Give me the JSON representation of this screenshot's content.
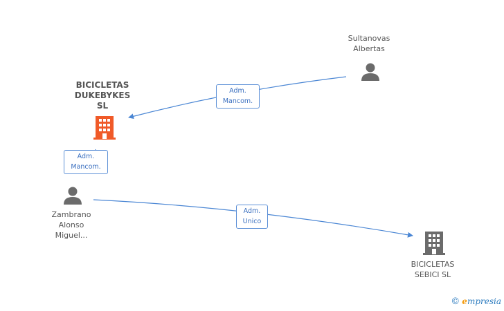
{
  "nodes": {
    "company_main": {
      "label": "BICICLETAS\nDUKEBYKES\nSL",
      "color": "#f05a28"
    },
    "company_sebici": {
      "label": "BICICLETAS\nSEBICI SL",
      "color": "#6b6b6b"
    },
    "person_sultanovas": {
      "label": "Sultanovas\nAlbertas",
      "color": "#6b6b6b"
    },
    "person_zambrano": {
      "label": "Zambrano\nAlonso\nMiguel...",
      "color": "#6b6b6b"
    }
  },
  "edges": {
    "sultanovas_to_main": {
      "label": "Adm.\nMancom."
    },
    "zambrano_to_main": {
      "label": "Adm.\nMancom."
    },
    "zambrano_to_sebici": {
      "label": "Adm.\nUnico"
    }
  },
  "brand": {
    "copyright": "©",
    "name_first": "e",
    "name_rest": "mpresia"
  },
  "colors": {
    "edge": "#4a86d4",
    "edge_label_border": "#5b8fd6"
  }
}
